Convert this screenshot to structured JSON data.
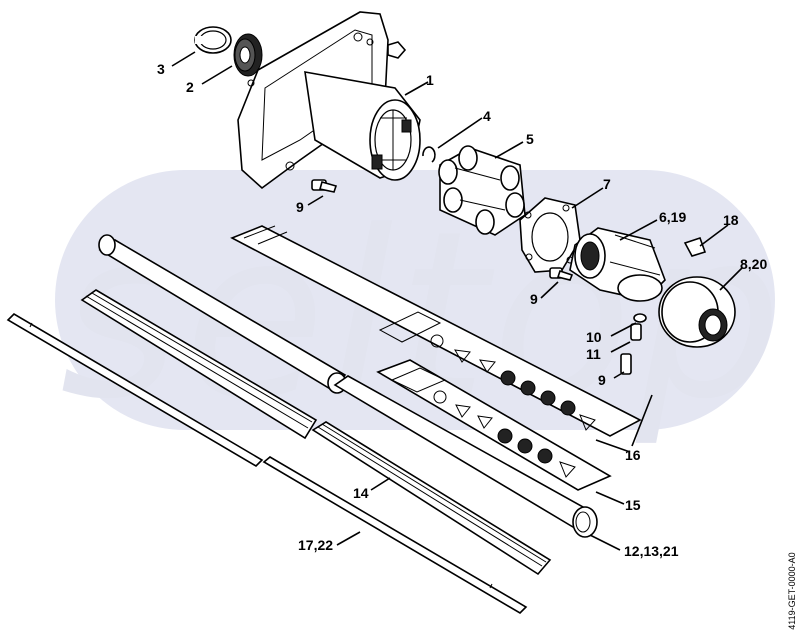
{
  "watermark": {
    "text": "seltop",
    "color": "#dadcec"
  },
  "doc_id": "4119-GET-0000-A0",
  "callouts": [
    {
      "id": "c-3",
      "text": "3"
    },
    {
      "id": "c-2",
      "text": "2"
    },
    {
      "id": "c-1",
      "text": "1"
    },
    {
      "id": "c-4",
      "text": "4"
    },
    {
      "id": "c-5",
      "text": "5"
    },
    {
      "id": "c-9a",
      "text": "9"
    },
    {
      "id": "c-7",
      "text": "7"
    },
    {
      "id": "c-6-19",
      "text": "6,19"
    },
    {
      "id": "c-18",
      "text": "18"
    },
    {
      "id": "c-8-20",
      "text": "8,20"
    },
    {
      "id": "c-9b",
      "text": "9"
    },
    {
      "id": "c-10",
      "text": "10"
    },
    {
      "id": "c-11",
      "text": "11"
    },
    {
      "id": "c-9c",
      "text": "9"
    },
    {
      "id": "c-16",
      "text": "16"
    },
    {
      "id": "c-15",
      "text": "15"
    },
    {
      "id": "c-14",
      "text": "14"
    },
    {
      "id": "c-12-13-21",
      "text": "12,13,21"
    },
    {
      "id": "c-17-22",
      "text": "17,22"
    }
  ]
}
